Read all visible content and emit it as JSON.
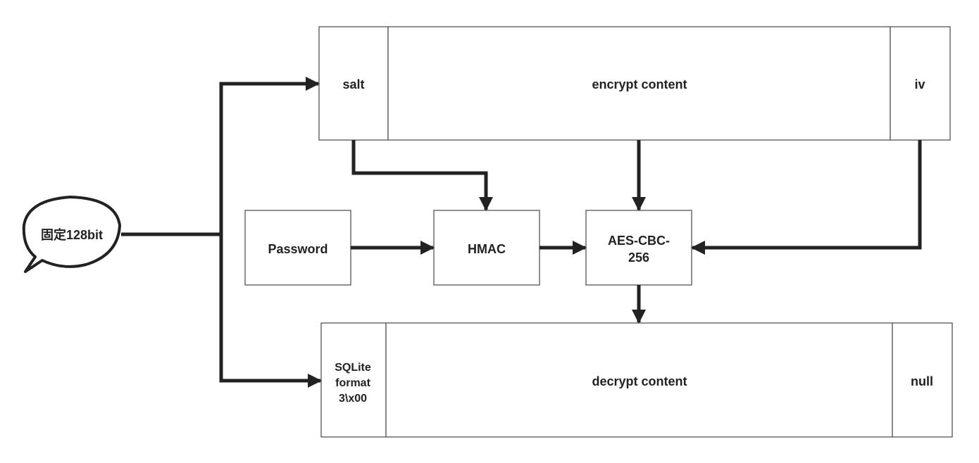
{
  "colors": {
    "box_stroke": "#555555",
    "arrow": "#222222",
    "text": "#222222",
    "background": "#ffffff"
  },
  "callout": {
    "label": "固定128bit"
  },
  "encrypted_block": {
    "salt": "salt",
    "content": "encrypt content",
    "iv": "iv"
  },
  "process": {
    "password": "Password",
    "hmac": "HMAC",
    "aes_line1": "AES-CBC-",
    "aes_line2": "256"
  },
  "decrypted_block": {
    "header_line1": "SQLite",
    "header_line2": "format",
    "header_line3": "3\\x00",
    "content": "decrypt content",
    "tail": "null"
  }
}
